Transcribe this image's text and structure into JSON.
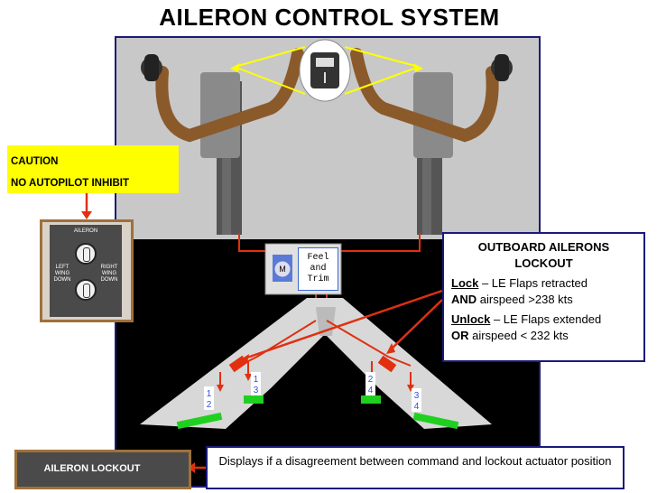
{
  "title": "AILERON CONTROL SYSTEM",
  "caution": {
    "line1": "CAUTION",
    "line2": "NO AUTOPILOT INHIBIT"
  },
  "aileron_panel": {
    "header": "AILERON",
    "left_label": [
      "LEFT",
      "WING",
      "DOWN"
    ],
    "right_label": [
      "RIGHT",
      "WING",
      "DOWN"
    ]
  },
  "feel_trim": {
    "line1": "Feel",
    "line2": "and",
    "line3": "Trim",
    "motor": "M"
  },
  "outboard": {
    "heading_line1": "OUTBOARD AILERONS",
    "heading_line2": "LOCKOUT",
    "lock_word": "Lock",
    "lock_text": " – LE Flaps retracted",
    "and_word": "AND",
    "and_text": " airspeed >238 kts",
    "unlock_word": "Unlock",
    "unlock_text": " – LE Flaps extended",
    "or_word": "OR",
    "or_text": " airspeed < 232 kts"
  },
  "displays_note": "Displays if a disagreement between command and lockout actuator position",
  "lockout_light": "AILERON LOCKOUT",
  "surface_labels": {
    "left_outer": [
      "1",
      "2"
    ],
    "left_inner": [
      "1",
      "3"
    ],
    "right_inner": [
      "2",
      "4"
    ],
    "right_outer": [
      "3",
      "4"
    ]
  },
  "colors": {
    "caution_bg": "#ffff00",
    "panel_border": "#1a1a7a",
    "linkage_red": "#e03010",
    "actuator_green": "#20d020",
    "yellow_link": "#ffff00"
  }
}
